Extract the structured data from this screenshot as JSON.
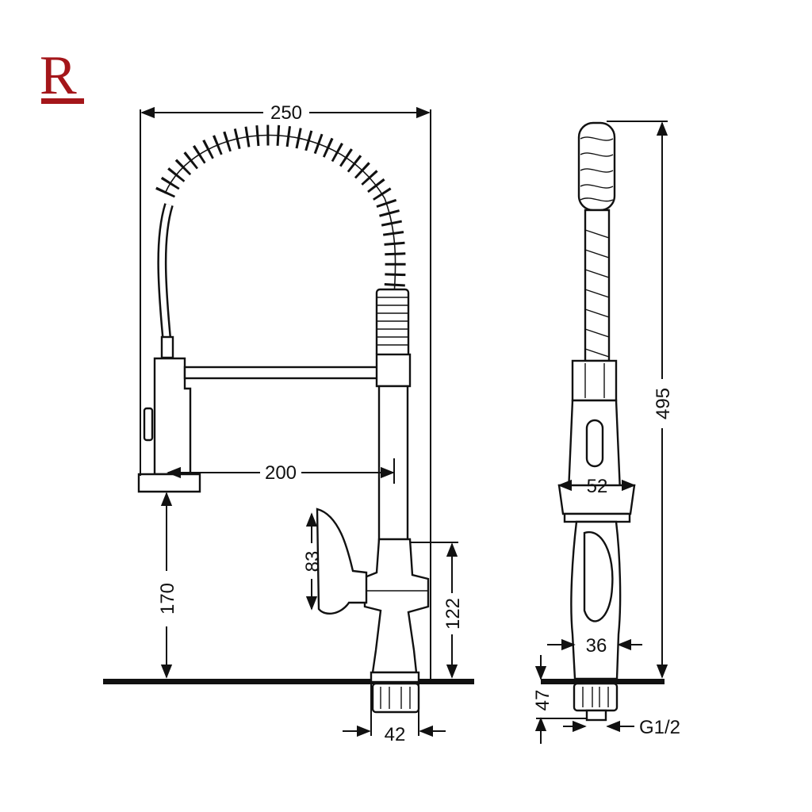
{
  "brand": {
    "letter": "R",
    "color": "#a4161a"
  },
  "dimensions": {
    "overall_width": "250",
    "spout_reach": "200",
    "spray_height": "170",
    "handle_height": "83",
    "body_height": "122",
    "base_diameter": "42",
    "total_height": "495",
    "sprayer_width": "52",
    "body_width": "36",
    "shank_length": "47",
    "thread": "G1/2"
  },
  "colors": {
    "line": "#111111",
    "background": "#ffffff"
  }
}
